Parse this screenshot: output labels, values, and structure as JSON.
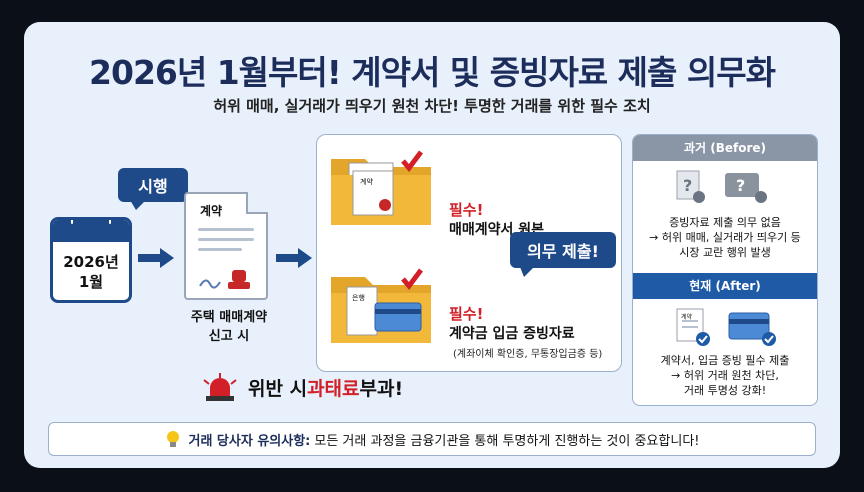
{
  "title": "2026년 1월부터! 계약서 및 증빙자료 제출 의무화",
  "subtitle": "허위 매매, 실거래가 띄우기 원천 차단! 투명한 거래를 위한 필수 조치",
  "flow": {
    "start_badge": "시행",
    "calendar_year": "2026년",
    "calendar_month": "1월",
    "doc_title": "계약",
    "caption_line1": "주택 매매계약",
    "caption_line2": "신고 시"
  },
  "requirements": {
    "item1_req": "필수!",
    "item1_label": "매매계약서 원본",
    "item1_folder_doc": "계약",
    "item2_req": "필수!",
    "item2_label": "계약금 입금 증빙자료",
    "item2_note": "(계좌이체 확인증, 무통장입금증 등)",
    "item2_folder_doc": "은행",
    "mandatory_badge": "의무 제출!"
  },
  "penalty": {
    "prefix": "위반 시 ",
    "highlight": "과태료",
    "suffix": " 부과!"
  },
  "comparison": {
    "before_header": "과거 (Before)",
    "before_line1": "증빙자료 제출 의무 없음",
    "before_line2": "→ 허위 매매, 실거래가 띄우기 등",
    "before_line3": "시장 교란 행위 발생",
    "after_header": "현재 (After)",
    "after_doc": "계약",
    "after_line1": "계약서, 입금 증빙 필수 제출",
    "after_line2": "→ 허위 거래 원천 차단,",
    "after_line3": "거래 투명성 강화!"
  },
  "notice": {
    "label": "거래 당사자 유의사항:",
    "text": "모든 거래 과정을 금융기관을 통해 투명하게 진행하는 것이 중요합니다!"
  },
  "colors": {
    "navy": "#1f4a8a",
    "red": "#d32028",
    "folder": "#f2b83a",
    "background": "#e8f1fb"
  }
}
